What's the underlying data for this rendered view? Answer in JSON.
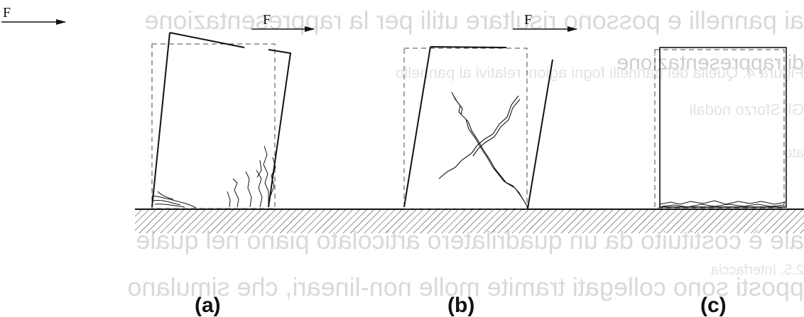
{
  "force_label": "F",
  "panel_labels": [
    "(a)",
    "(b)",
    "(c)"
  ],
  "ghost_text": [
    "ai pannelli e possono risultare utili per la rappresentazione",
    "Figura 4. Quella dei pannelli fogni agioni relativi al pannello",
    "Gli Sforzo nodali",
    "ato",
    "ale è costituito da un quadrilatero articolato piano nel quale",
    "2.5. Interfaccia",
    "pposti sono collegati tramite molle non-lineari, che simulano",
    "di rappresentazione"
  ],
  "colors": {
    "ink": "#111111",
    "ghost": "#d9d9d9"
  }
}
